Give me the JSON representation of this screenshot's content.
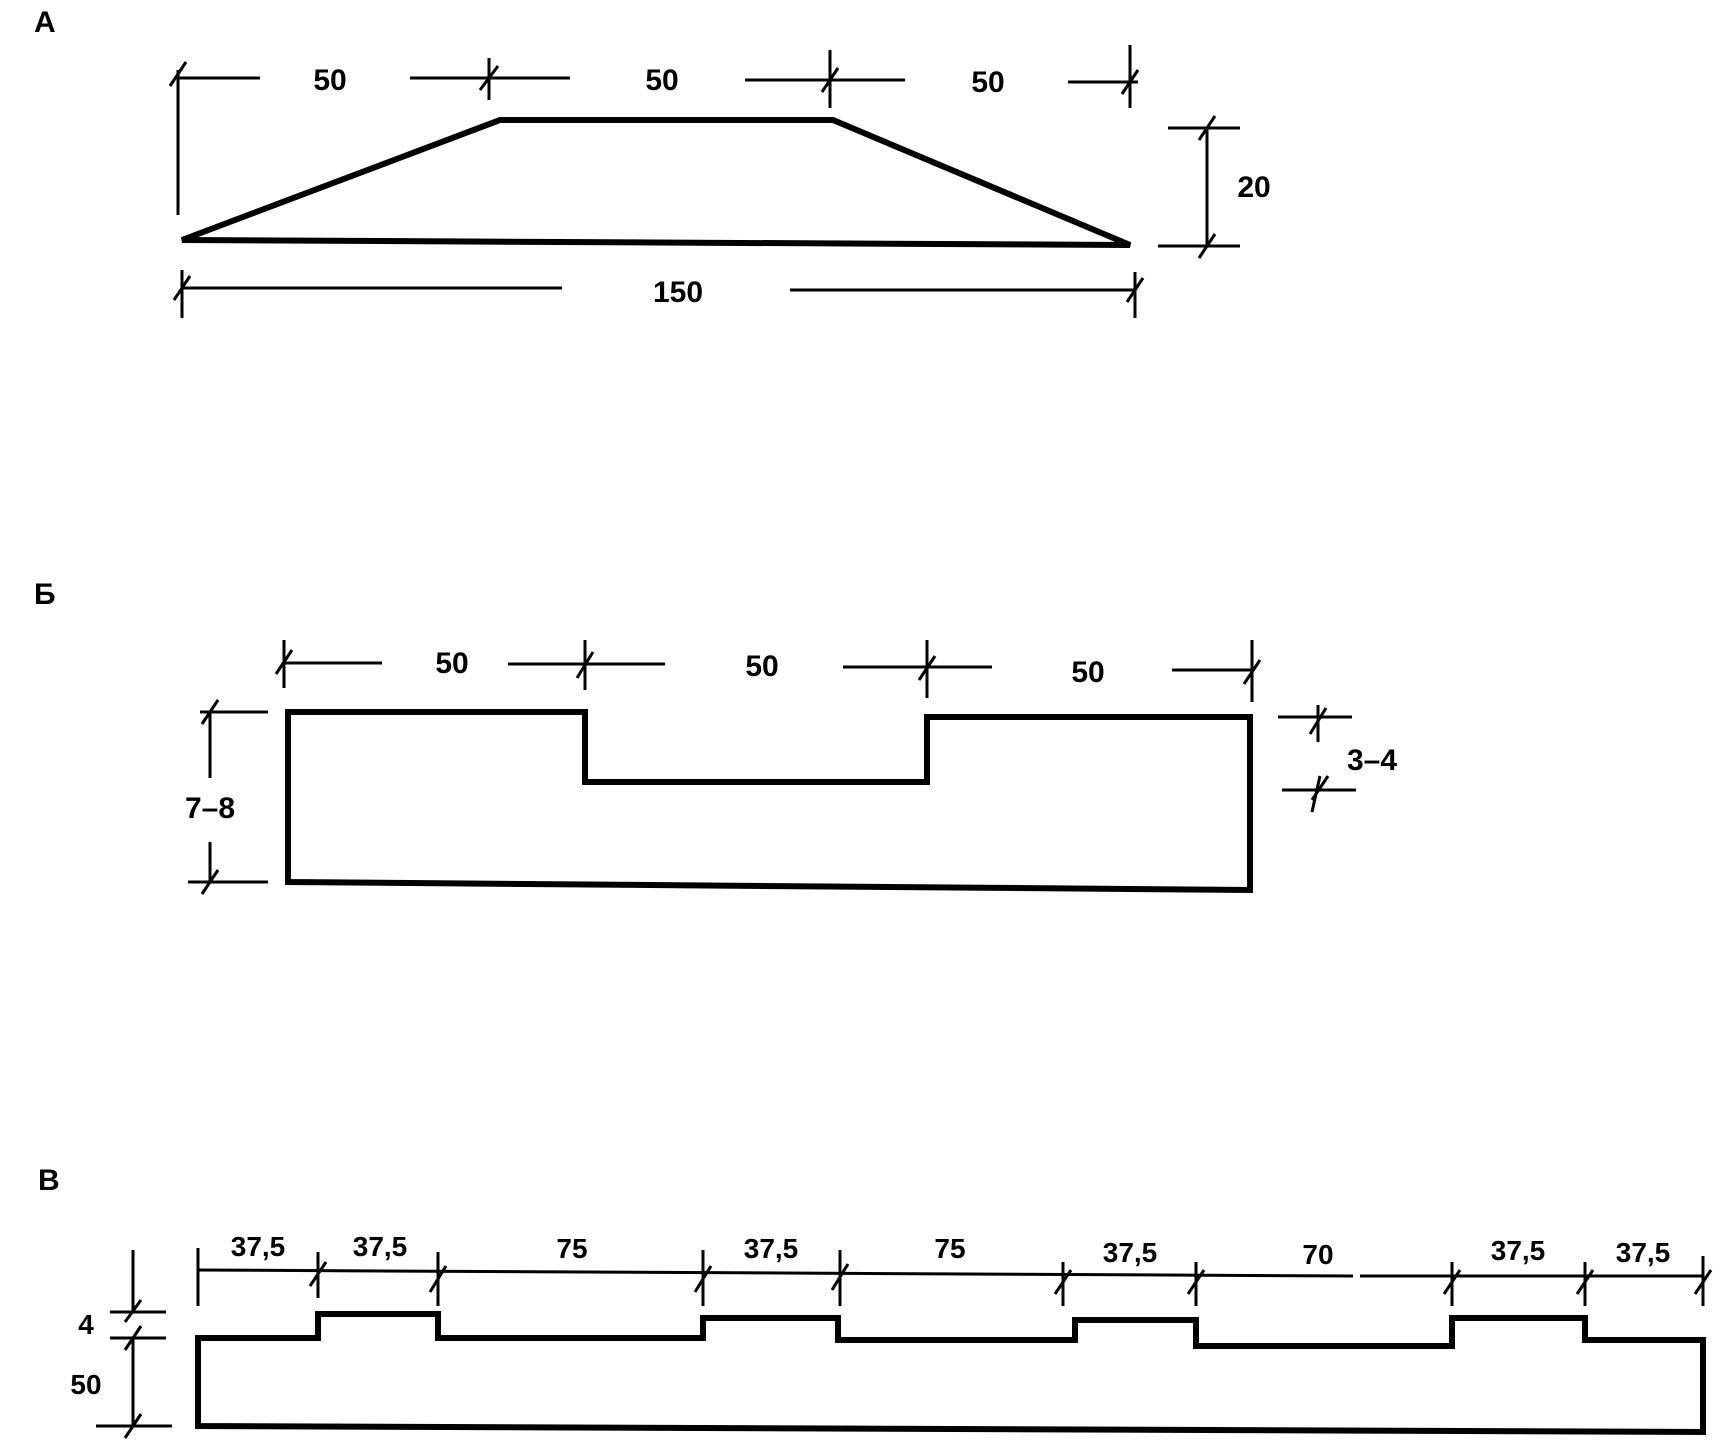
{
  "panels": {
    "a": {
      "label": "А",
      "top_dims": [
        "50",
        "50",
        "50"
      ],
      "height_dim": "20",
      "base_dim": "150"
    },
    "b": {
      "label": "Б",
      "top_dims": [
        "50",
        "50",
        "50"
      ],
      "left_dim": "7–8",
      "right_dim": "3–4"
    },
    "c": {
      "label": "В",
      "top_dims": [
        "37,5",
        "37,5",
        "75",
        "37,5",
        "75",
        "37,5",
        "70",
        "37,5",
        "37,5"
      ],
      "step_dim": "4",
      "height_dim": "50"
    }
  }
}
